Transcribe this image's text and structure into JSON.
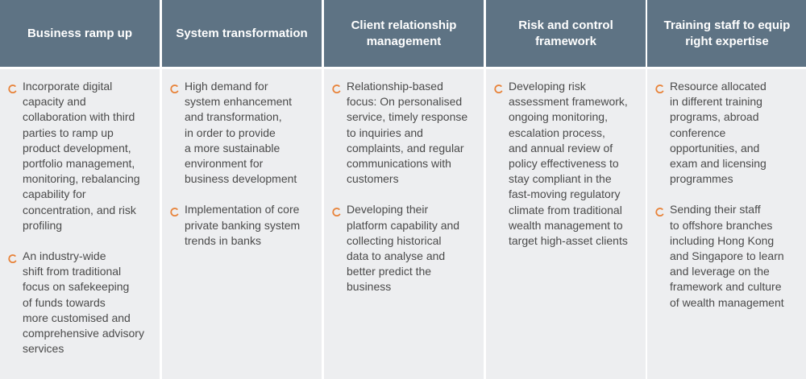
{
  "columns": [
    {
      "title": "Business ramp up",
      "items": [
        "Incorporate digital\ncapacity and\ncollaboration with third\nparties to ramp up\nproduct development,\nportfolio management,\nmonitoring, rebalancing\ncapability for\nconcentration, and risk\nprofiling",
        "An industry-wide\nshift from traditional\nfocus on safekeeping\nof funds towards\nmore customised and\ncomprehensive advisory\nservices"
      ]
    },
    {
      "title": "System transformation",
      "items": [
        "High demand for\nsystem enhancement\nand transformation,\nin order to provide\na more sustainable\nenvironment for\nbusiness development",
        "Implementation of core\nprivate banking system\ntrends in banks"
      ]
    },
    {
      "title": "Client relationship\nmanagement",
      "items": [
        "Relationship-based\nfocus: On personalised\nservice, timely response\nto inquiries and\ncomplaints, and regular\ncommunications with\ncustomers",
        "Developing their\nplatform capability and\ncollecting historical\ndata to analyse and\nbetter predict the\nbusiness"
      ]
    },
    {
      "title": "Risk and control\nframework",
      "items": [
        "Developing risk\nassessment framework,\nongoing monitoring,\nescalation process,\nand annual review of\npolicy effectiveness to\nstay compliant in the\nfast-moving regulatory\nclimate from traditional\nwealth management to\ntarget high-asset clients"
      ]
    },
    {
      "title": "Training staff to equip\nright expertise",
      "items": [
        "Resource allocated\nin different training\nprograms, abroad\nconference\nopportunities, and\nexam and licensing\nprogrammes",
        "Sending their staff\nto offshore branches\nincluding Hong Kong\nand Singapore to learn\nand leverage on the\nframework and culture\nof wealth management"
      ]
    }
  ],
  "colors": {
    "header_bg": "#5e7384",
    "body_bg": "#edeef0",
    "text": "#4a4a4a",
    "bullet": "#e8833a"
  },
  "icons": {
    "bullet": "orange-crescent-bullet-icon"
  }
}
